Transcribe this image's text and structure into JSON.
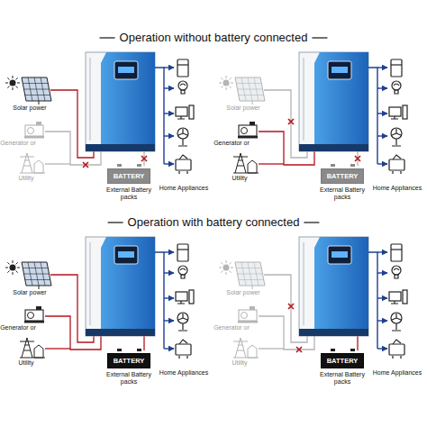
{
  "diagram": {
    "nodes": [
      {
        "text": [
          "BATTERY",
          "External Battery packs"
        ]
      },
      {
        "text": [
          "BATTERY",
          "External Battery packs"
        ]
      },
      {
        "text": [
          "BATTERY",
          "External Battery packs"
        ]
      },
      {
        "text": [
          "BATTERY",
          "External Battery packs"
        ]
      }
    ],
    "labels": [
      "Operation without battery connected",
      "Solar power",
      "Generator or",
      "Utility",
      "Home Appliances",
      "Solar power",
      "Generator or",
      "Utility",
      "Home Appliances",
      "Operation with battery connected",
      "Solar power",
      "Generator or",
      "Utility",
      "Home Appliances",
      "Solar power",
      "Generator or",
      "Utility",
      "Home Appliances"
    ]
  }
}
